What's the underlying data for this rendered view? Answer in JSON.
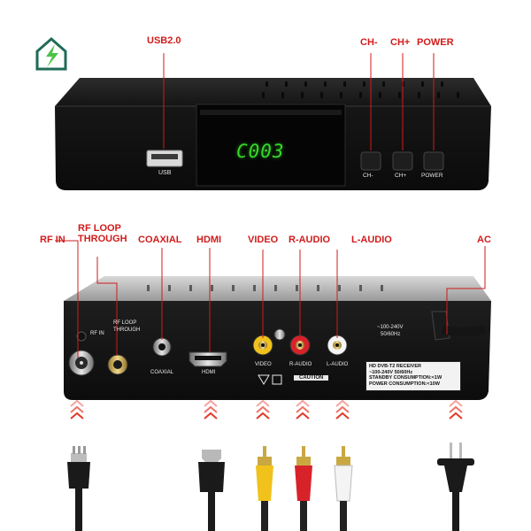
{
  "labels": {
    "usb": "USB2.0",
    "ch_minus": "CH-",
    "ch_plus": "CH+",
    "power": "POWER",
    "rf_in": "RF IN",
    "rf_loop": "RF LOOP THROUGH",
    "coaxial": "COAXIAL",
    "hdmi": "HDMI",
    "video": "VIDEO",
    "r_audio": "R-AUDIO",
    "l_audio": "L-AUDIO",
    "ac": "AC"
  },
  "front_panel": {
    "usb_label": "USB",
    "display": "C003",
    "btn_ch_minus": "CH-",
    "btn_ch_plus": "CH+",
    "btn_power": "POWER"
  },
  "rear_panel": {
    "rf_in": "RF IN",
    "rf_loop_1": "RF LOOP",
    "rf_loop_2": "THROUGH",
    "coaxial": "COAXIAL",
    "hdmi": "HDMI",
    "video": "VIDEO",
    "r_audio": "R-AUDIO",
    "l_audio": "L-AUDIO",
    "voltage_1": "~100-240V",
    "voltage_2": "50/60Hz",
    "caution": "CAUTION",
    "plate_1": "HD DVB-T2 RECEIVER",
    "plate_2": "~100-240V 50/60Hz",
    "plate_3": "STANDBY CONSUMPTION:<1W",
    "plate_4": "POWER CONSUMPTION:<10W"
  },
  "colors": {
    "accent": "#d11b1b",
    "lcd": "#37d62a",
    "logo": "#1f6b57",
    "logo_bolt": "#4cc24a"
  },
  "icons": [
    "house-bolt-logo-icon",
    "usb-port-icon",
    "rca-cable-icon",
    "hdmi-cable-icon",
    "power-plug-icon",
    "din-cable-icon"
  ]
}
